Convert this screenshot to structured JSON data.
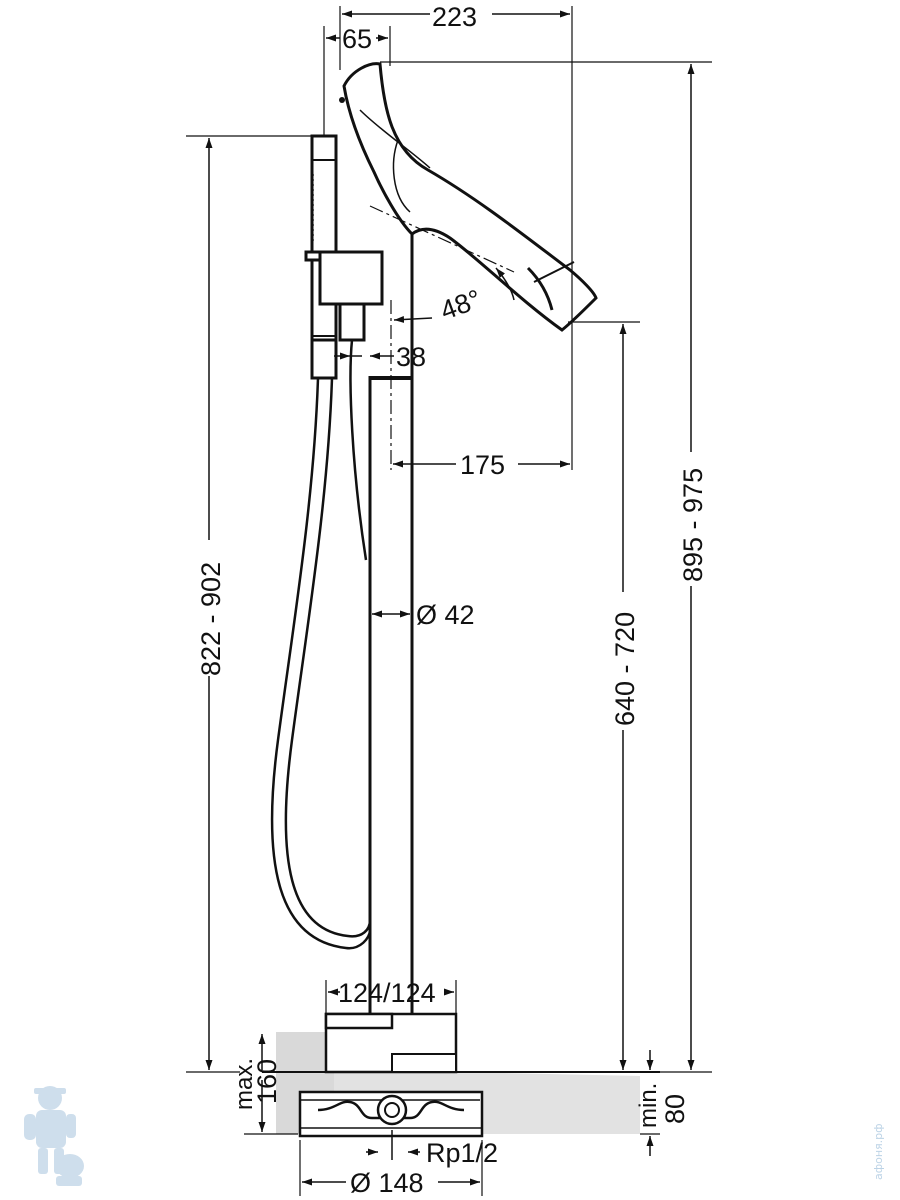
{
  "dimensions": {
    "top_width": "223",
    "handle_offset": "65",
    "spout_angle": "48°",
    "shower_holder": "38",
    "spout_reach": "175",
    "column_diameter": "Ø 42",
    "base_width": "124/124",
    "shower_height": "822 - 902",
    "spout_outlet_height": "640 - 720",
    "total_height": "895 - 975",
    "max_label": "max.",
    "max_value": "160",
    "min_label": "min.",
    "min_value": "80",
    "connection": "Rp1/2",
    "box_diameter": "Ø 148"
  },
  "watermark": {
    "text": "афоня.рф",
    "mascot": "plumber-mascot-icon"
  }
}
